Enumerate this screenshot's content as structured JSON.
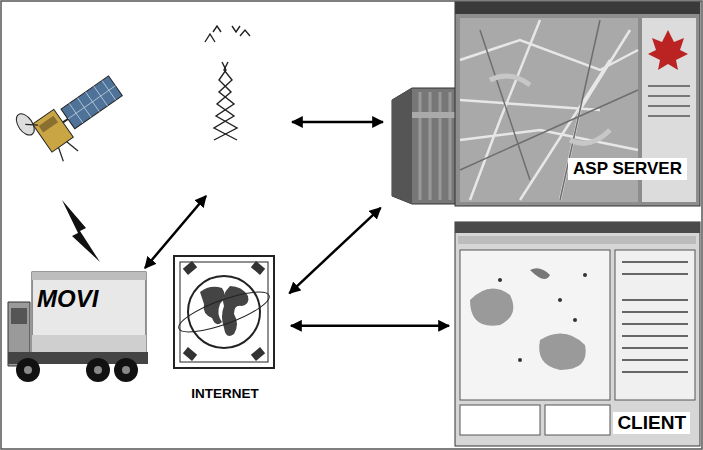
{
  "diagram": {
    "nodes": [
      {
        "text": [
          "ASP SERVER"
        ]
      },
      {
        "text": [
          "MOVI"
        ]
      },
      {
        "text": [
          "INTERNET"
        ]
      },
      {
        "text": [
          "CLIENT"
        ]
      }
    ],
    "edges": [
      {
        "from": 2,
        "to": 0,
        "arrow": "both"
      },
      {
        "from": 2,
        "to": 3,
        "arrow": "both"
      }
    ]
  }
}
